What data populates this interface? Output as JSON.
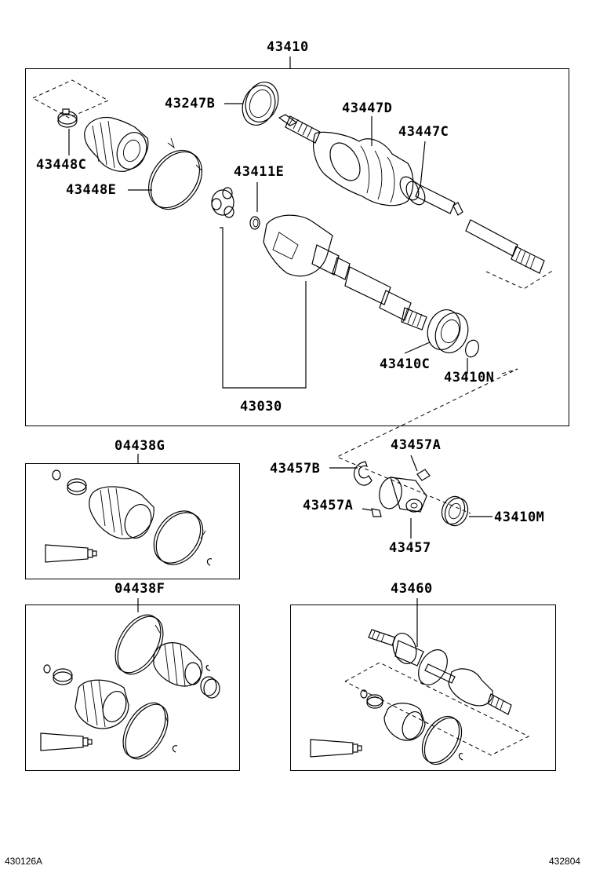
{
  "labels": {
    "l43410": "43410",
    "l43247B": "43247B",
    "l43447D": "43447D",
    "l43447C": "43447C",
    "l43448C": "43448C",
    "l43411E": "43411E",
    "l43448E": "43448E",
    "l43410C": "43410C",
    "l43410N": "43410N",
    "l43030": "43030",
    "l04438G": "04438G",
    "l43457A_top": "43457A",
    "l43457B": "43457B",
    "l43457A_left": "43457A",
    "l43410M": "43410M",
    "l43457": "43457",
    "l04438F": "04438F",
    "l43460": "43460"
  },
  "footer": {
    "left": "430126A",
    "right": "432804"
  },
  "icons": [
    "drive-shaft-assembly",
    "cv-boot",
    "boot-clamp",
    "bearing",
    "snap-ring",
    "grease-tube",
    "bearing-bracket",
    "oil-seal"
  ]
}
